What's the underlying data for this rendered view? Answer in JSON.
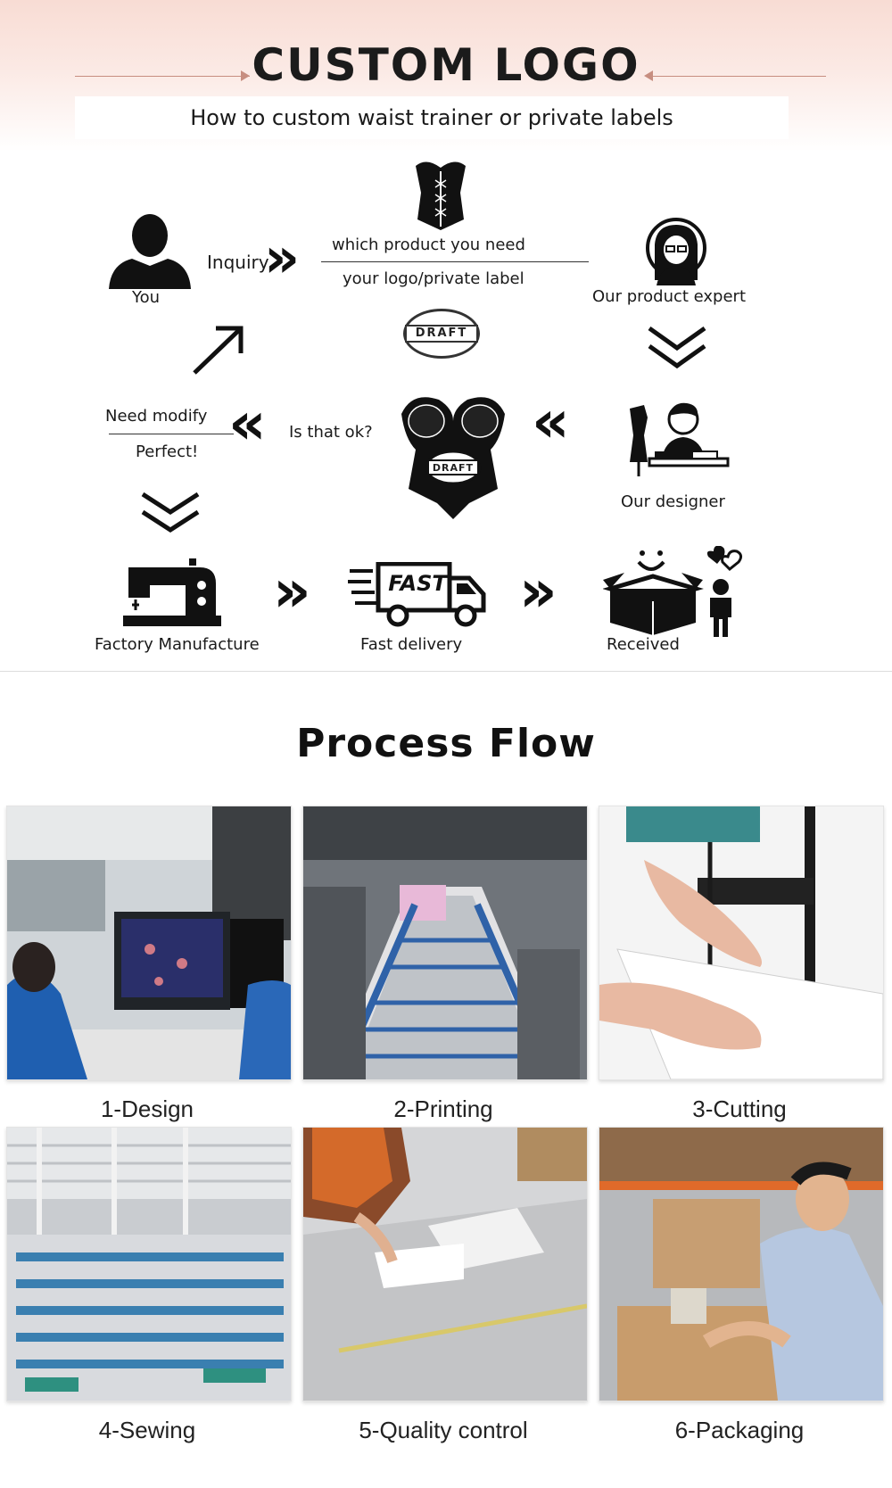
{
  "header": {
    "title": "CUSTOM LOGO",
    "subtitle": "How to custom waist trainer or private labels"
  },
  "flow": {
    "you": "You",
    "inquiry": "Inquiry",
    "which_product": "which product you need",
    "your_logo": "your logo/private label",
    "draft_stamp": "DRAFT",
    "expert": "Our product expert",
    "need_modify": "Need modify",
    "perfect": "Perfect!",
    "is_that_ok": "Is that ok?",
    "designer": "Our designer",
    "factory": "Factory Manufacture",
    "fast_badge": "FAST",
    "fast_delivery": "Fast delivery",
    "received": "Received"
  },
  "process": {
    "title": "Process Flow",
    "steps": [
      {
        "label": "1-Design"
      },
      {
        "label": "2-Printing"
      },
      {
        "label": "3-Cutting"
      },
      {
        "label": "4-Sewing"
      },
      {
        "label": "5-Quality control"
      },
      {
        "label": "6-Packaging"
      }
    ]
  },
  "colors": {
    "header_gradient_top": "#f8dcd4",
    "accent_line": "#c78e80",
    "text": "#111111"
  }
}
